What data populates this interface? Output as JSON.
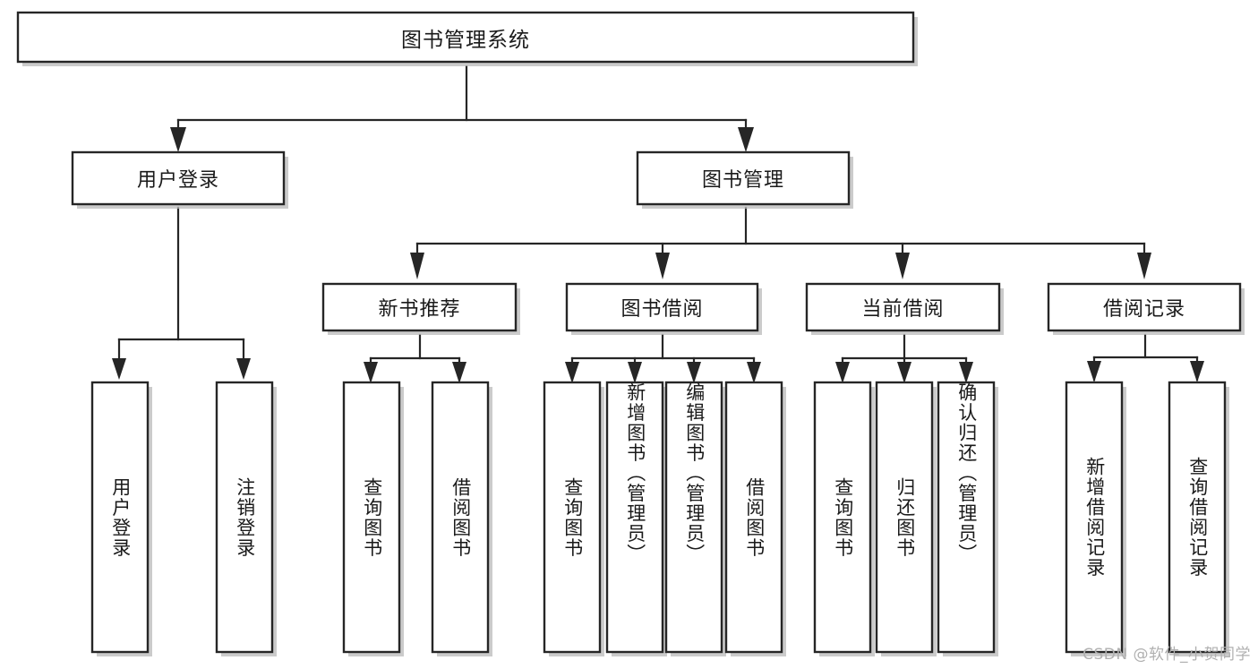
{
  "diagram": {
    "title": "图书管理系统",
    "type": "tree",
    "watermark": "CSDN @软件_小贺同学",
    "colors": {
      "box_stroke": "#262626",
      "box_fill": "#ffffff",
      "shadow": "#b9b9b9",
      "connector": "#262626",
      "text": "#1a1a1a",
      "watermark": "#b0b0b0",
      "background": "#ffffff"
    },
    "root": {
      "id": "root",
      "label": "图书管理系统",
      "orientation": "horizontal"
    },
    "level1": [
      {
        "id": "user-login",
        "label": "用户登录",
        "orientation": "horizontal"
      },
      {
        "id": "book-manage",
        "label": "图书管理",
        "orientation": "horizontal"
      }
    ],
    "level2": [
      {
        "id": "new-book-rec",
        "label": "新书推荐",
        "orientation": "horizontal",
        "parent": "book-manage"
      },
      {
        "id": "book-borrow",
        "label": "图书借阅",
        "orientation": "horizontal",
        "parent": "book-manage"
      },
      {
        "id": "current-borrow",
        "label": "当前借阅",
        "orientation": "horizontal",
        "parent": "book-manage"
      },
      {
        "id": "borrow-record",
        "label": "借阅记录",
        "orientation": "horizontal",
        "parent": "book-manage"
      }
    ],
    "leaves": [
      {
        "id": "leaf-user-login",
        "label": "用户登录",
        "orientation": "vertical",
        "parent": "user-login"
      },
      {
        "id": "leaf-user-logout",
        "label": "注销登录",
        "orientation": "vertical",
        "parent": "user-login"
      },
      {
        "id": "leaf-query-book-1",
        "label": "查询图书",
        "orientation": "vertical",
        "parent": "new-book-rec"
      },
      {
        "id": "leaf-borrow-book-1",
        "label": "借阅图书",
        "orientation": "vertical",
        "parent": "new-book-rec"
      },
      {
        "id": "leaf-query-book-2",
        "label": "查询图书",
        "orientation": "vertical",
        "parent": "book-borrow"
      },
      {
        "id": "leaf-add-book",
        "label": "新增图书（管理员）",
        "orientation": "vertical",
        "parent": "book-borrow"
      },
      {
        "id": "leaf-edit-book",
        "label": "编辑图书（管理员）",
        "orientation": "vertical",
        "parent": "book-borrow"
      },
      {
        "id": "leaf-borrow-book-2",
        "label": "借阅图书",
        "orientation": "vertical",
        "parent": "book-borrow"
      },
      {
        "id": "leaf-query-book-3",
        "label": "查询图书",
        "orientation": "vertical",
        "parent": "current-borrow"
      },
      {
        "id": "leaf-return-book",
        "label": "归还图书",
        "orientation": "vertical",
        "parent": "current-borrow"
      },
      {
        "id": "leaf-confirm-return",
        "label": "确认归还（管理员）",
        "orientation": "vertical",
        "parent": "current-borrow"
      },
      {
        "id": "leaf-add-record",
        "label": "新增借阅记录",
        "orientation": "vertical",
        "parent": "borrow-record"
      },
      {
        "id": "leaf-query-record",
        "label": "查询借阅记录",
        "orientation": "vertical",
        "parent": "borrow-record"
      }
    ]
  }
}
